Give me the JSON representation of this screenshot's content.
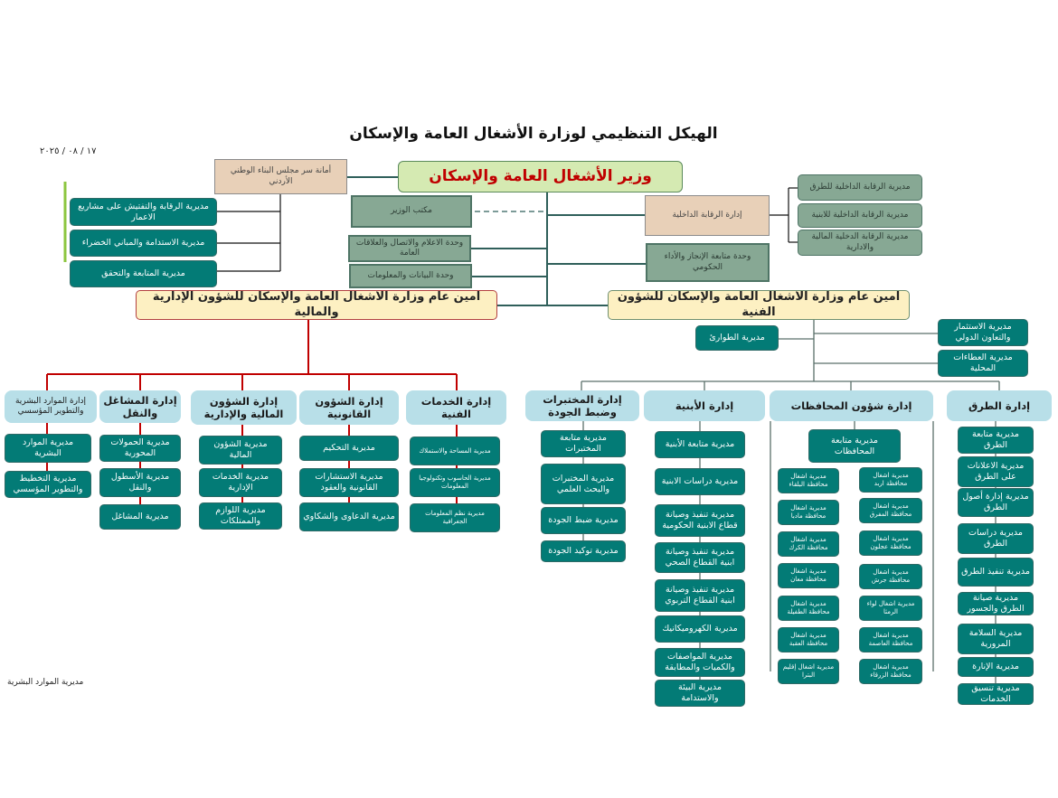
{
  "title": "الهيكل التنظيمي لوزارة الأشغال العامة والإسكان",
  "date": "١٧ / ٠٨ / ٢٠٢٥",
  "footer_label": "مديرية الموارد البشرية",
  "minister": "وزير الأشغال العامة والإسكان",
  "amana": "أمانة سر مجلس البناء الوطني الأردني",
  "left_directorates": [
    "مديرية الرقابة والتفتيش على مشاريع الاعمار",
    "مديرية الاستدامة والمباني الخضراء",
    "مديرية المتابعة والتحقق"
  ],
  "minister_office": "مكتب الوزير",
  "media_unit": "وحدة الاعلام والاتصال والعلاقات العامة",
  "data_unit": "وحدة البيانات والمعلومات",
  "internal_audit": {
    "label": "إدارة الرقابة الداخلية",
    "children": [
      "مديرية الرقابة الداخلية للطرق",
      "مديرية الرقابة الداخلية للابنية",
      "مديرية الرقابة الدخلية المالية والادارية"
    ]
  },
  "achievement_unit": "وحدة متابعة الإنجاز والأداء الحكومي",
  "secgen_admin": "أمين عام وزارة الأشغال العامة والإسكان للشؤون الإدارية والمالية",
  "secgen_tech": "أمين عام وزارة الأشغال العامة والإسكان للشؤون الفنية",
  "tech_direct": [
    "مديرية الطوارئ",
    "مديرية الاستثمار والتعاون الدولي",
    "مديرية العطاءات المحلية"
  ],
  "admin_departments": [
    {
      "label": "إدارة الموارد البشرية والتطوير المؤسسي",
      "children": [
        "مديرية الموارد البشرية",
        "مديرية التخطيط والتطوير المؤسسي"
      ]
    },
    {
      "label": "إدارة المشاغل والنقل",
      "children": [
        "مديرية الحمولات المحورية",
        "مديرية الأسطول والنقل",
        "مديرية المشاغل"
      ]
    },
    {
      "label": "إدارة الشؤون المالية والإدارية",
      "children": [
        "مديرية الشؤون المالية",
        "مديرية الخدمات الإدارية",
        "مديرية اللوازم والممتلكات"
      ]
    },
    {
      "label": "إدارة الشؤون القانونية",
      "children": [
        "مديرية التحكيم",
        "مديرية الاستشارات القانونية والعقود",
        "مديرية الدعاوى والشكاوي"
      ]
    },
    {
      "label": "إدارة الخدمات الفنية",
      "children": [
        "مديرية المساحة والاستملاك",
        "مديرية الحاسوب وتكنولوجيا المعلومات",
        "مديرية نظم المعلومات الجغرافية"
      ]
    }
  ],
  "tech_departments": [
    {
      "label": "إدارة المختبرات وضبط الجودة",
      "children": [
        "مديرية متابعة المختبرات",
        "مديرية المختبرات والبحث العلمي",
        "مديرية ضبط الجودة",
        "مديرية توكيد الجودة"
      ]
    },
    {
      "label": "إدارة الأبنية",
      "children": [
        "مديرية متابعة الأبنية",
        "مديرية دراسات الابنية",
        "مديرية تنفيذ وصيانة قطاع الابنية الحكومية",
        "مديرية تنفيذ وصيانة ابنية القطاع الصحي",
        "مديرية تنفيذ وصيانة ابنية القطاع التربوي",
        "مديرية الكهروميكانيك",
        "مديرية المواصفات والكميات والمطابقة",
        "مديرية البيئة والاستدامة"
      ]
    },
    {
      "label": "إدارة شؤون المحافظات",
      "children": [
        "مديرية متابعة المحافظات",
        "مديرية اشغال محافظة البلقاء",
        "مديرية اشغال محافظة مادبا",
        "مديرية اشغال محافظة الكرك",
        "مديرية اشغال محافظة معان",
        "مديرية اشغال محافظة الطفيلة",
        "مديرية اشغال محافظة العقبة",
        "مديرية اشغال إقليم البترا",
        "مديرية اشغال محافظة اربد",
        "مديرية اشغال محافظة المفرق",
        "مديرية اشغال محافظة عجلون",
        "مديرية اشغال محافظة جرش",
        "مديرية اشغال لواء الرمثا",
        "مديرية اشغال محافظة العاصمة",
        "مديرية اشغال محافظة الزرقاء"
      ]
    },
    {
      "label": "إدارة الطرق",
      "children": [
        "مديرية متابعة الطرق",
        "مديرية الاعلانات على الطرق",
        "مديرية إدارة أصول الطرق",
        "مديرية دراسات الطرق",
        "مديرية تنفيذ الطرق",
        "مديرية صيانة الطرق والجسور",
        "مديرية السلامة المرورية",
        "مديرية الإنارة",
        "مديرية تنسيق الخدمات"
      ]
    }
  ]
}
